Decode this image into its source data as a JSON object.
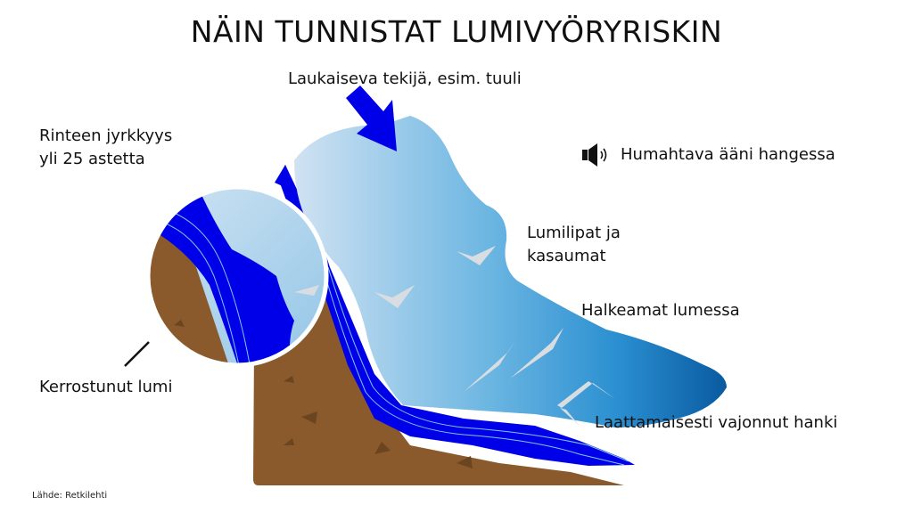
{
  "title": "NÄIN TUNNISTAT LUMIVYÖRYRISKIN",
  "labels": {
    "trigger": "Laukaiseva tekijä, esim. tuuli",
    "steepness_line1": "Rinteen jyrkkyys",
    "steepness_line2": "yli 25 astetta",
    "sound": "Humahtava ääni hangessa",
    "cornices_line1": "Lumilipat ja",
    "cornices_line2": "kasaumat",
    "cracks": "Halkeamat lumessa",
    "layered": "Kerrostunut lumi",
    "settled": "Laattamaisesti vajonnut hanki"
  },
  "source": "Lähde: Retkilehti",
  "icons": {
    "sound": "speaker-icon",
    "arrow": "wind-arrow-icon"
  },
  "colors": {
    "ground": "#8a5a2c",
    "ground_spot": "#6b4520",
    "snow_layer": "#0000e8",
    "snow_light": "#c8def0",
    "snow_mid": "#5fb0e0",
    "snow_dark": "#0a5ea8",
    "crack": "#d8dde2",
    "text": "#111111"
  }
}
